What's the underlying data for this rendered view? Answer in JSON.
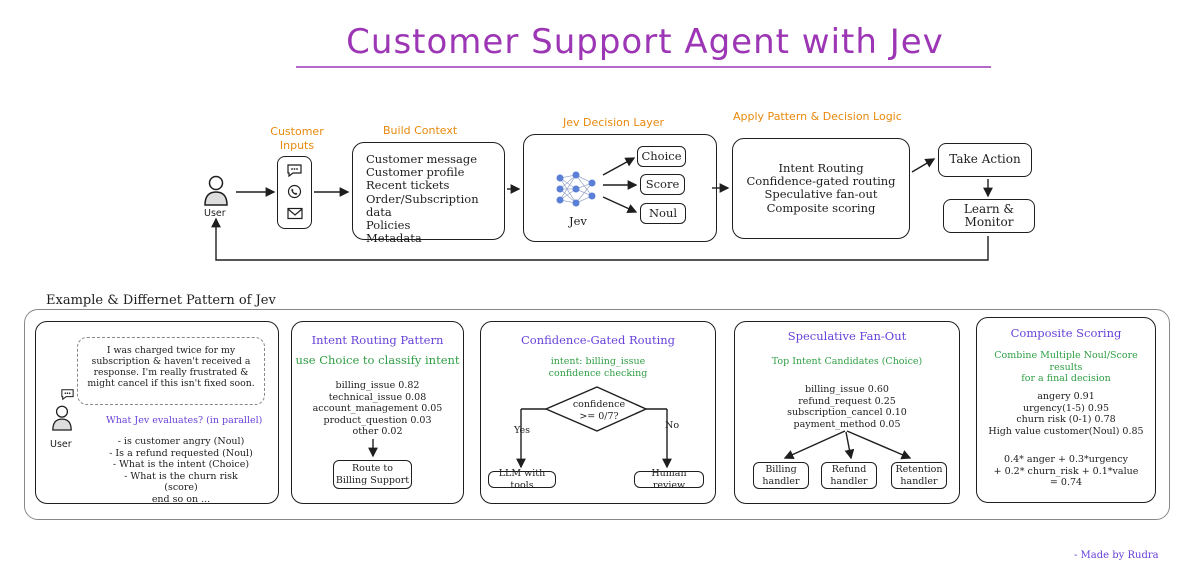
{
  "title": "Customer Support Agent with Jev",
  "top": {
    "user_label": "User",
    "customer_inputs_label": "Customer\nInputs",
    "build_context": {
      "label": "Build Context",
      "items": [
        "Customer message",
        "Customer profile",
        "Recent tickets",
        "Order/Subscription data",
        "Policies",
        "Metadata"
      ]
    },
    "decision_layer": {
      "label": "Jev Decision Layer",
      "jev_label": "Jev",
      "outputs": [
        "Choice",
        "Score",
        "Noul"
      ]
    },
    "pattern_logic": {
      "label": "Apply Pattern & Decision Logic",
      "items": [
        "Intent Routing",
        "Confidence-gated routing",
        "Speculative fan-out",
        "Composite scoring"
      ]
    },
    "take_action": "Take Action",
    "learn_monitor": "Learn & Monitor"
  },
  "section_label": "Example & Differnet Pattern of Jev",
  "example": {
    "speech": "I was charged twice for my subscription & haven't received a response. I'm really frustrated & might cancel if this isn't fixed soon.",
    "user_label": "User",
    "question": "What Jev evaluates? (in parallel)",
    "items": [
      "- is customer angry (Noul)",
      "- Is a refund requested (Noul)",
      "- What is the intent (Choice)",
      "- What is the churn risk (score)",
      "end so on ..."
    ]
  },
  "intent_routing": {
    "title": "Intent Routing Pattern",
    "subtitle": "use Choice to classify intent",
    "scores": [
      "billing_issue 0.82",
      "technical_issue 0.08",
      "account_management 0.05",
      "product_question 0.03",
      "other 0.02"
    ],
    "route_box": "Route to\nBilling Support"
  },
  "confidence_gated": {
    "title": "Confidence-Gated Routing",
    "subtitle": "intent: billing_issue\nconfidence checking",
    "decision": "confidence\n>= 0/7?",
    "yes": "Yes",
    "no": "No",
    "yes_box": "LLM with tools",
    "no_box": "Human review"
  },
  "speculative": {
    "title": "Speculative Fan-Out",
    "subtitle": "Top Intent Candidates (Choice)",
    "scores": [
      "billing_issue 0.60",
      "refund_request 0.25",
      "subscription_cancel 0.10",
      "payment_method 0.05"
    ],
    "handlers": [
      "Billing\nhandler",
      "Refund\nhandler",
      "Retention\nhandler"
    ]
  },
  "composite": {
    "title": "Composite Scoring",
    "subtitle": "Combine Multiple Noul/Score results\nfor a final decision",
    "scores": [
      "angery 0.91",
      "urgency(1-5) 0.95",
      "churn risk (0-1) 0.78",
      "High value customer(Noul)  0.85"
    ],
    "formula": "0.4* anger + 0.3*urgency\n+ 0.2* churn_risk + 0.1*value\n= 0.74"
  },
  "credit": "- Made by Rudra",
  "colors": {
    "title": "#9c36b5",
    "orange": "#e8890c",
    "purple": "#6741d9",
    "green": "#2f9e44"
  }
}
